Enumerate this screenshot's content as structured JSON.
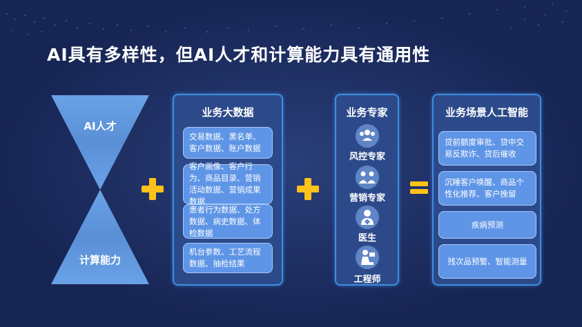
{
  "title": "AI具有多样性，但AI人才和计算能力具有通用性",
  "hourglass": {
    "top_label": "AI人才",
    "bottom_label": "计算能力"
  },
  "operators": {
    "plus": "+",
    "equals": "="
  },
  "big_data": {
    "title": "业务大数据",
    "items": [
      "交易数据、黑名单、客户数据、账户数据",
      "客户画像、客户行为、商品目录、营销活动数据、营销成果数据",
      "患者行为数据、处方数据、病史数据、体检数据",
      "机台参数、工艺流程数据、抽检结果"
    ]
  },
  "experts": {
    "title": "业务专家",
    "items": [
      {
        "label": "风控专家",
        "icon": "group-people-icon"
      },
      {
        "label": "营销专家",
        "icon": "team-people-icon"
      },
      {
        "label": "医生",
        "icon": "doctor-icon"
      },
      {
        "label": "工程师",
        "icon": "engineer-icon"
      }
    ]
  },
  "ai_scenes": {
    "title": "业务场景人工智能",
    "items": [
      "贷前额度审批、贷中交易反欺诈、贷后催收",
      "沉睡客户唤醒、商品个性化推荐、客户挽留",
      "疾病预测",
      "残次品预警、智能测量"
    ]
  },
  "colors": {
    "background": "#1b2a5c",
    "panel": "#2c4a8a",
    "item_box": "#5f95e6",
    "accent_yellow": "#ffc21a",
    "hourglass": "#5d93d9"
  }
}
